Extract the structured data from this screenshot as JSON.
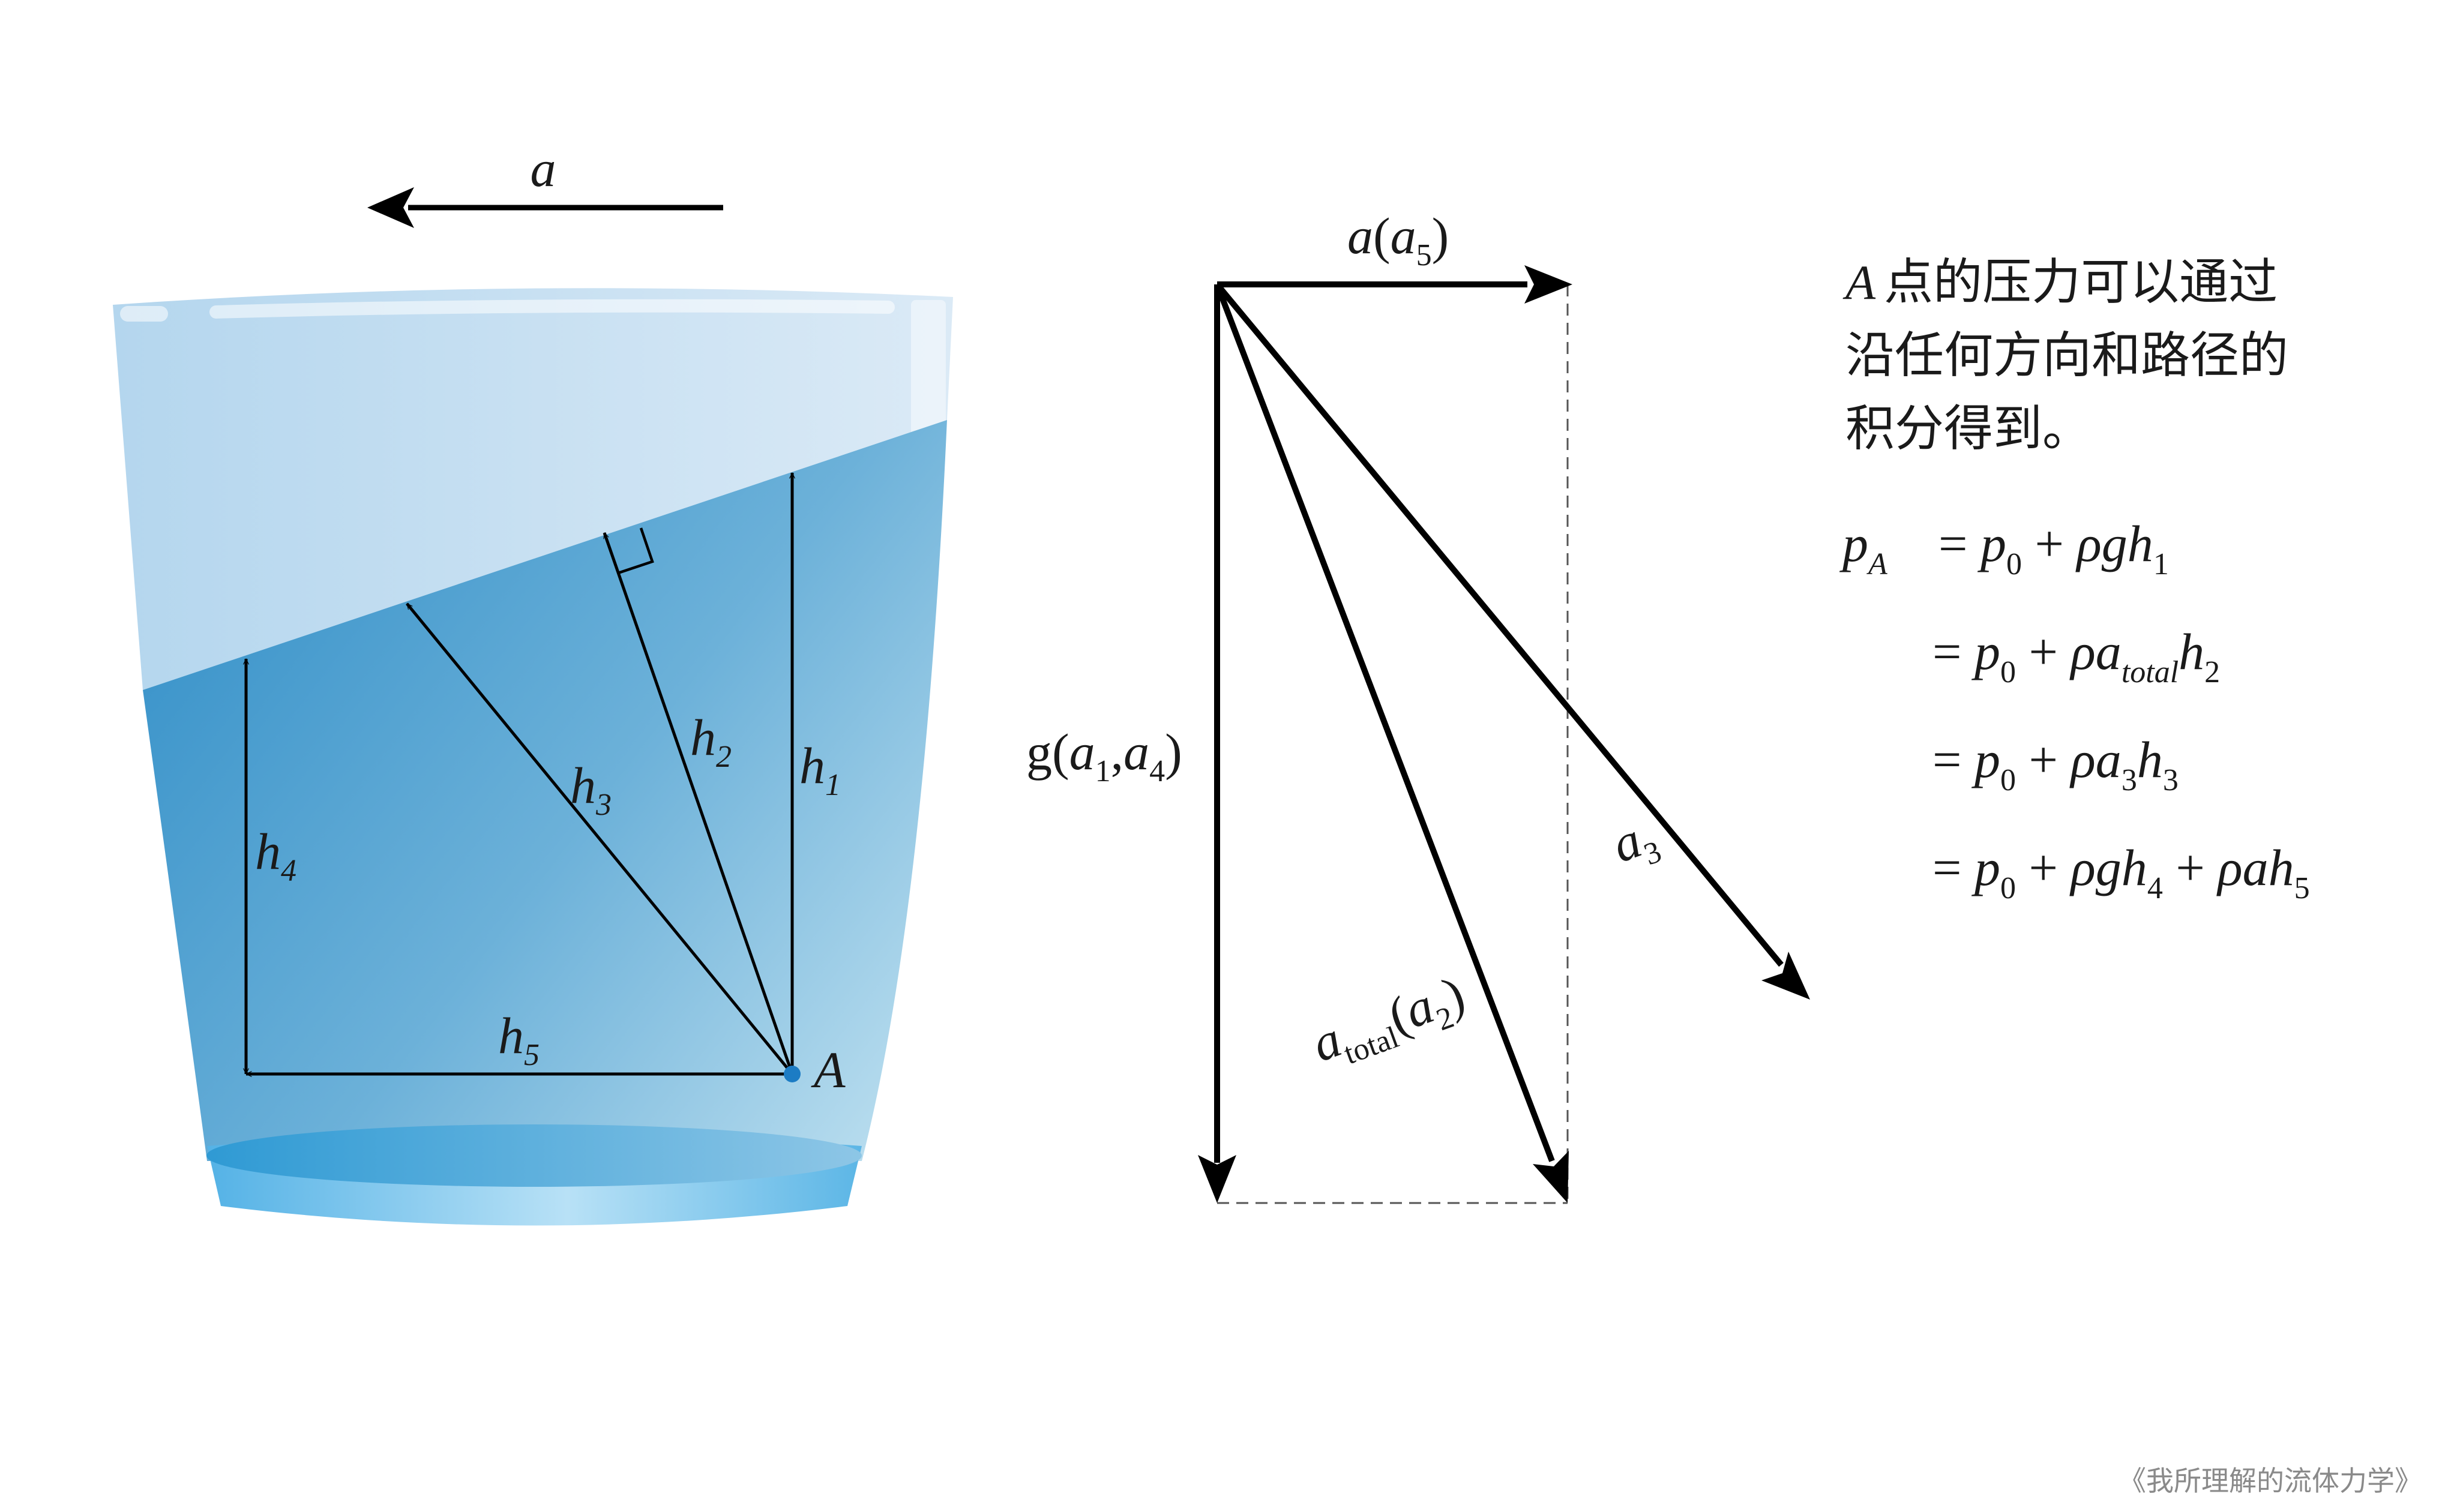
{
  "cup": {
    "accel_symbol": "a",
    "h1_base": "h",
    "h1_sub": "1",
    "h2_base": "h",
    "h2_sub": "2",
    "h3_base": "h",
    "h3_sub": "3",
    "h4_base": "h",
    "h4_sub": "4",
    "h5_base": "h",
    "h5_sub": "5",
    "point_label": "A"
  },
  "vectors": {
    "a5_base": "a",
    "a5_open": "(",
    "a5_inner": "a",
    "a5_sub": "5",
    "a5_close": ")",
    "g_base": "g",
    "g_open": "(",
    "g_a1": "a",
    "g_sub1": "1",
    "g_comma": ",",
    "g_a4": "a",
    "g_sub4": "4",
    "g_close": ")",
    "a3_base": "a",
    "a3_sub": "3",
    "atotal_base": "a",
    "atotal_sub": "total",
    "atotal_open": "(",
    "atotal_inner": "a",
    "atotal_sub2": "2",
    "atotal_close": ")"
  },
  "description": {
    "symbol": "A",
    "line1": "点的压力可以通过",
    "line2": "沿任何方向和路径的",
    "line3": "积分得到。"
  },
  "formulas": {
    "lhs": "p",
    "lhs_sub": "A",
    "f1_eq": "= ",
    "f1_p": "p",
    "f1_p_sub": "0",
    "f1_plus": " + ",
    "f1_term": "ρgh",
    "f1_term_sub": "1",
    "f2_eq": "= ",
    "f2_p": "p",
    "f2_p_sub": "0",
    "f2_plus": " + ",
    "f2_term": "ρa",
    "f2_term_sub": "total",
    "f2_h": "h",
    "f2_h_sub": "2",
    "f3_eq": "= ",
    "f3_p": "p",
    "f3_p_sub": "0",
    "f3_plus": " + ",
    "f3_term": "ρa",
    "f3_term_sub": "3",
    "f3_h": "h",
    "f3_h_sub": "3",
    "f4_eq": "= ",
    "f4_p": "p",
    "f4_p_sub": "0",
    "f4_plus": " + ",
    "f4_term": "ρgh",
    "f4_term_sub": "4",
    "f4_plus2": " + ",
    "f4_term2": "ρah",
    "f4_term2_sub": "5"
  },
  "credit": "《我所理解的流体力学》",
  "colors": {
    "water_dark": "#3a97cc",
    "water_light": "#a6d5ea",
    "glass": "#c8e1f3",
    "base": "#63b9e8",
    "ink": "#000000",
    "dot": "#1c7cc4"
  }
}
